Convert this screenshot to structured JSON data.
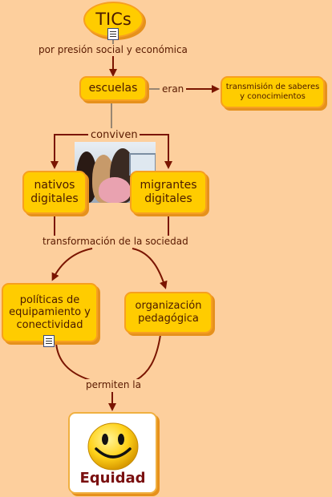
{
  "nodes": {
    "tics": "TICs",
    "escuelas": "escuelas",
    "transmision": "transmisión de saberes y conocimientos",
    "nativos": "nativos digitales",
    "migrantes": "migrantes digitales",
    "politicas": "políticas de equipamiento y conectividad",
    "organizacion": "organización pedagógica",
    "equidad": "Equidad"
  },
  "links": {
    "presion": "por presión social y económica",
    "eran": "eran",
    "conviven": "conviven",
    "transformacion": "transformación de la sociedad",
    "permiten": "permiten la"
  },
  "icons": {
    "document": "document-icon",
    "photo": "children-computer-photo",
    "smiley": "smiley-face-icon"
  },
  "colors": {
    "background": "#fdcf9d",
    "node_fill": "#ffcc00",
    "node_border": "#f7a020",
    "arrow": "#7a1500",
    "text": "#4a1a00"
  }
}
